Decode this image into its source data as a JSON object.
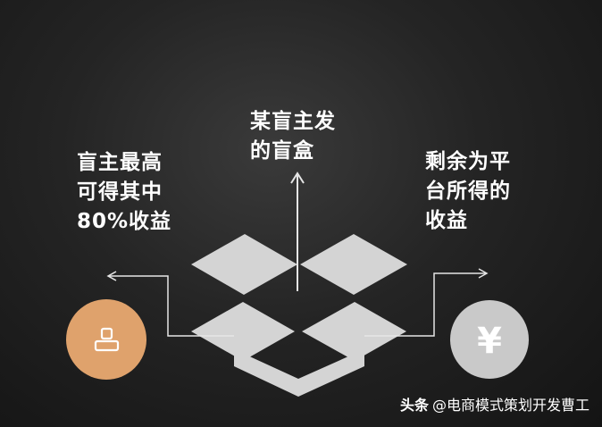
{
  "labels": {
    "left": [
      "盲主最高",
      "可得其中",
      "80%收益"
    ],
    "top": [
      "某盲主发",
      "的盲盒"
    ],
    "right": [
      "剩余为平",
      "台所得的",
      "收益"
    ]
  },
  "icons": {
    "left": "person-icon",
    "right": "yen-icon"
  },
  "icon_text": {
    "right": "¥"
  },
  "colors": {
    "background": "#1e1e1e",
    "box": "#d4d4d4",
    "left_circle": "#dfa26c",
    "right_circle": "#c9c9c9",
    "arrow": "#e6e6e6"
  },
  "watermark": {
    "brand": "头条",
    "text": "@电商模式策划开发曹工"
  }
}
